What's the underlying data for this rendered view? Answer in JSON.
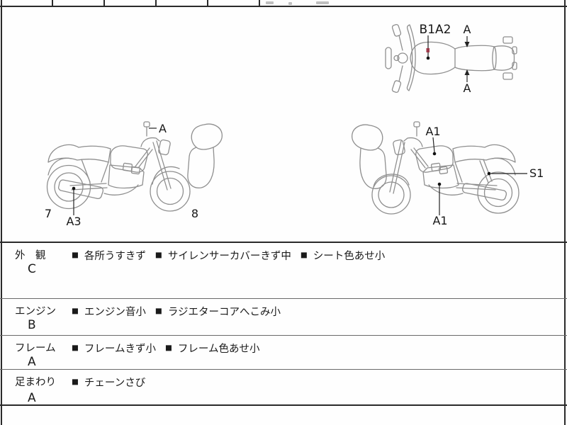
{
  "ui": {
    "bullet": "■"
  },
  "diagrams": {
    "top_view": {
      "tank_mark_label": "B1A2",
      "seat_upper_label": "A",
      "seat_lower_label": "A",
      "mark_color": "#9e3a4a"
    },
    "left_side_view": {
      "mirror_label": "A",
      "rear_number": "7",
      "muffler_label": "A3",
      "front_number": "8"
    },
    "right_side_view": {
      "tank_label": "A1",
      "engine_label": "A1",
      "shock_label": "S1"
    }
  },
  "condition_table": {
    "rows": [
      {
        "category": "外　観",
        "grade": "C",
        "notes": [
          "各所うすきず",
          "サイレンサーカバーきず中",
          "シート色あせ小"
        ]
      },
      {
        "category": "エンジン",
        "grade": "B",
        "notes": [
          "エンジン音小",
          "ラジエターコアへこみ小"
        ]
      },
      {
        "category": "フレーム",
        "grade": "A",
        "notes": [
          "フレームきず小",
          "フレーム色あせ小"
        ]
      },
      {
        "category": "足まわり",
        "grade": "A",
        "notes": [
          "チェーンさび"
        ]
      }
    ]
  }
}
